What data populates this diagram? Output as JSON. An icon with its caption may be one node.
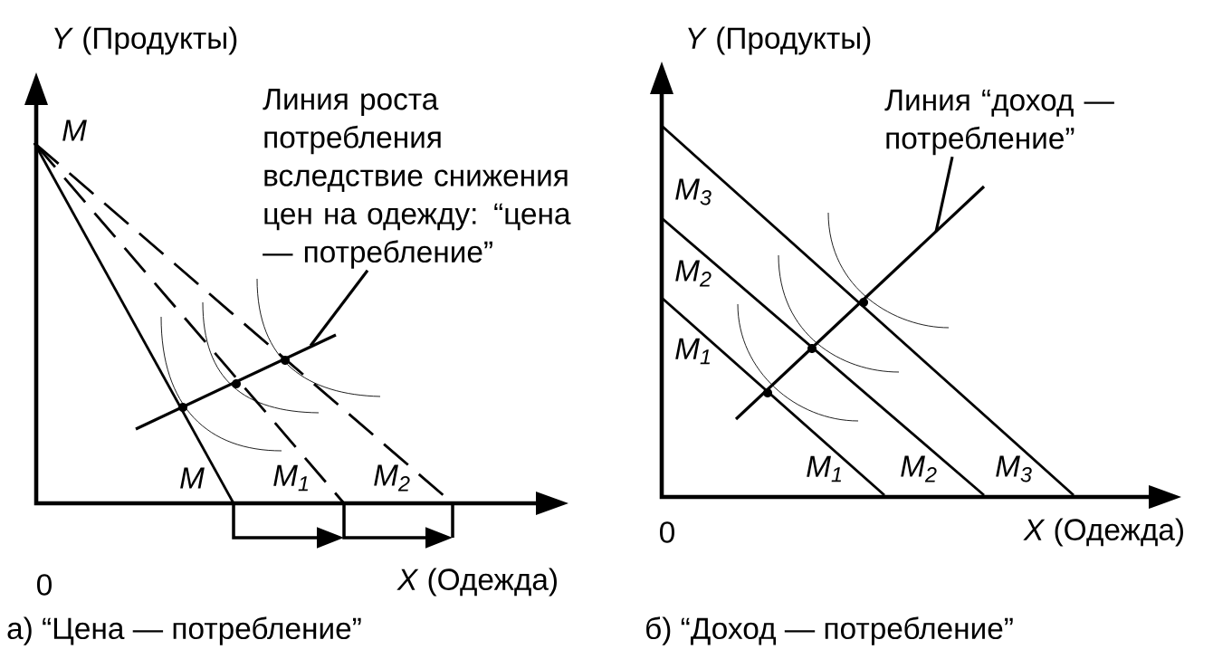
{
  "diagram": {
    "nodes": [
      {
        "text": [
          "Линия роста потребления вследствие снижения цен на одежду: “цена — потребление”"
        ]
      },
      {
        "text": [
          "Линия “доход — потребление”"
        ]
      }
    ],
    "edges": [
      {
        "from": 0,
        "to": null,
        "arrow": "none"
      },
      {
        "from": 1,
        "to": null,
        "arrow": "none"
      }
    ],
    "labels": [
      "*Y* (Продукты)",
      "M",
      "M",
      "M$_{1}$",
      "M$_{2}$",
      "0",
      "*X* (Одежда)",
      "а) “Цена — потребление”",
      "*Y* (Продукты)",
      "M$_{3}$",
      "M$_{2}$",
      "M$_{1}$",
      "M$_{1}$",
      "M$_{2}$",
      "M$_{3}$",
      "0",
      "*X* (Одежда)",
      "б) “Доход — потребление”"
    ]
  }
}
